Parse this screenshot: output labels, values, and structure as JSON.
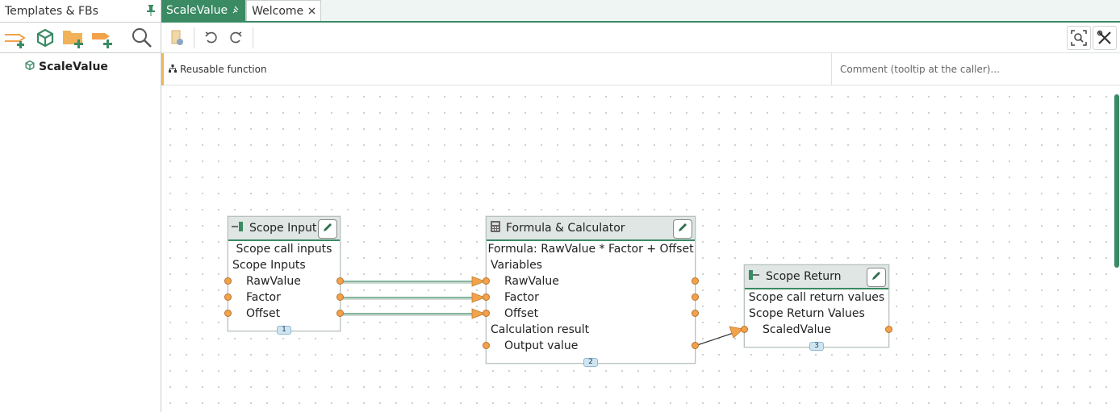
{
  "left_panel": {
    "title": "Templates & FBs",
    "tree": [
      {
        "label": "ScaleValue"
      }
    ]
  },
  "tabs": [
    {
      "label": "ScaleValue",
      "active": true,
      "icon": "pin-icon"
    },
    {
      "label": "Welcome",
      "active": false,
      "icon": "close-icon"
    }
  ],
  "info": {
    "type_label": "Reusable function",
    "comment_placeholder": "Comment (tooltip at the caller)..."
  },
  "nodes": {
    "scope_input": {
      "title": "Scope Input",
      "subtitle": "Scope call inputs",
      "section": "Scope Inputs",
      "ports": [
        "RawValue",
        "Factor",
        "Offset"
      ],
      "badge": "1"
    },
    "formula": {
      "title": "Formula & Calculator",
      "formula": "Formula: RawValue * Factor + Offset",
      "section_vars": "Variables",
      "ports": [
        "RawValue",
        "Factor",
        "Offset"
      ],
      "section_result": "Calculation result",
      "output": "Output value",
      "badge": "2"
    },
    "scope_return": {
      "title": "Scope Return",
      "subtitle": "Scope call return values",
      "section": "Scope Return Values",
      "ports": [
        "ScaledValue"
      ],
      "badge": "3"
    }
  },
  "colors": {
    "accent": "#3a8a63",
    "port": "#f2a24a",
    "wire": "#3a8a63",
    "arrow": "#f2a24a"
  }
}
